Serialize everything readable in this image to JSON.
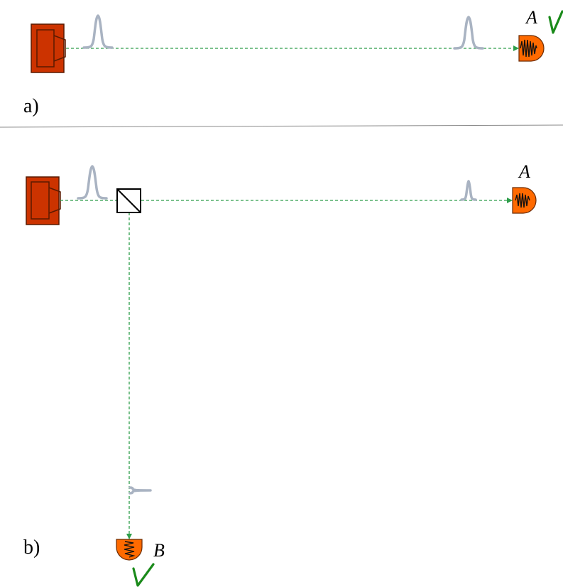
{
  "panels": {
    "a": {
      "label": "a)",
      "detector_a_label": "A"
    },
    "b": {
      "label": "b)",
      "detector_a_label": "A",
      "detector_b_label": "B"
    }
  },
  "colors": {
    "source": "#cc3300",
    "detector": "#ff6a00",
    "beam": "#2e9e4a",
    "pulse": "#a9b3c2",
    "checkmark": "#1a8a1a"
  },
  "icons": {
    "source": "light-source-icon",
    "detector": "photodetector-icon",
    "beam_splitter": "beam-splitter-icon",
    "checkmark": "checkmark-icon",
    "pulse": "wave-packet-icon"
  }
}
